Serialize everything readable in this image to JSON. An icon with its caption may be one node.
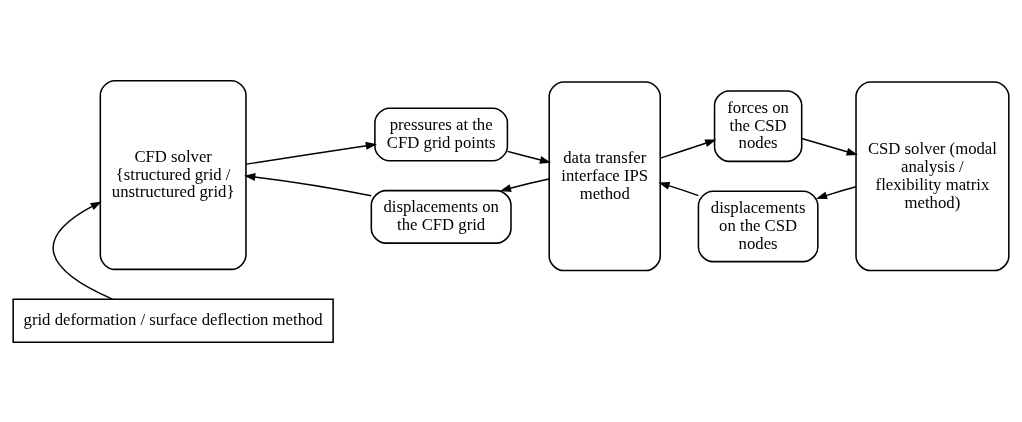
{
  "diagram": {
    "nodes": [
      {
        "text": [
          "CFD solver {structured grid / unstructured grid}"
        ]
      },
      {
        "text": [
          "pressures at the CFD grid points"
        ]
      },
      {
        "text": [
          "displacements on the CFD grid"
        ]
      },
      {
        "text": [
          "data transfer interface IPS method"
        ]
      },
      {
        "text": [
          "forces on the CSD nodes"
        ]
      },
      {
        "text": [
          "displacements on the CSD nodes"
        ]
      },
      {
        "text": [
          "CSD solver (modal analysis / flexibility matrix method)"
        ]
      },
      {
        "text": [
          "grid deformation / surface deflection method"
        ]
      }
    ],
    "edges": [
      {
        "from": 0,
        "to": 1,
        "arrow": "to"
      },
      {
        "from": 1,
        "to": 3,
        "arrow": "to"
      },
      {
        "from": 3,
        "to": 4,
        "arrow": "to"
      },
      {
        "from": 4,
        "to": 6,
        "arrow": "to"
      },
      {
        "from": 6,
        "to": 5,
        "arrow": "to"
      },
      {
        "from": 5,
        "to": 3,
        "arrow": "to"
      },
      {
        "from": 3,
        "to": 2,
        "arrow": "to"
      },
      {
        "from": 2,
        "to": 0,
        "arrow": "to"
      },
      {
        "from": 7,
        "to": 0,
        "arrow": "to"
      }
    ]
  }
}
